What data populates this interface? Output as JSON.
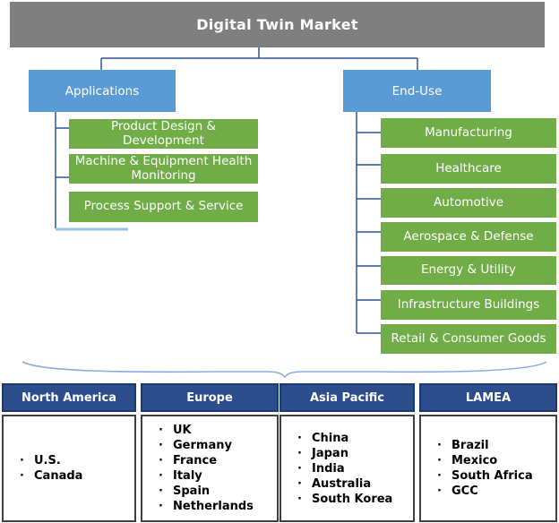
{
  "title": "Digital Twin Market",
  "branches": [
    {
      "label": "Applications",
      "children": [
        "Product Design & Development",
        "Machine & Equipment Health Monitoring",
        "Process Support & Service"
      ]
    },
    {
      "label": "End-Use",
      "children": [
        "Manufacturing",
        "Healthcare",
        "Automotive",
        "Aerospace & Defense",
        "Energy & Utility",
        "Infrastructure Buildings",
        "Retail & Consumer Goods"
      ]
    }
  ],
  "regions": [
    {
      "name": "North America",
      "countries": [
        "U.S.",
        "Canada"
      ]
    },
    {
      "name": "Europe",
      "countries": [
        "UK",
        "Germany",
        "France",
        "Italy",
        "Spain",
        "Netherlands"
      ]
    },
    {
      "name": "Asia Pacific",
      "countries": [
        "China",
        "Japan",
        "India",
        "Australia",
        "South Korea"
      ]
    },
    {
      "name": "LAMEA",
      "countries": [
        "Brazil",
        "Mexico",
        "South Africa",
        "GCC"
      ]
    }
  ],
  "colors": {
    "title_gray": "#7F7F7F",
    "branch_blue": "#5B9BD5",
    "segment_green": "#70AD47",
    "region_navy": "#2B4D8C",
    "connector_blue": "#2E5597",
    "brace_light_blue": "#8FAADC"
  }
}
